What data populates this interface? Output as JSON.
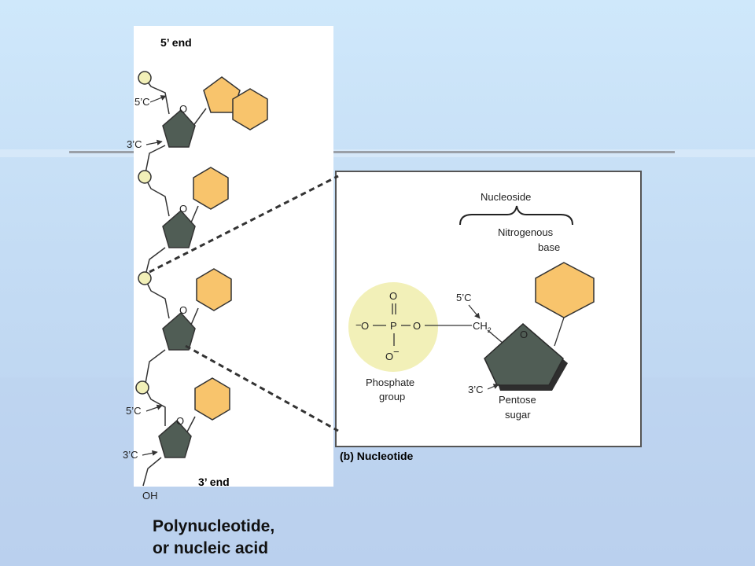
{
  "colors": {
    "phosphate": "#f2f0b8",
    "sugar": "#505d55",
    "base": "#f8c46c",
    "outline": "#333333",
    "dashed_line": "#333333"
  },
  "polynucleotide": {
    "five_prime_end": "5’ end",
    "three_prime_end": "3’ end",
    "hydroxyl": "OH",
    "ring_oxygen": "O",
    "carbon_5": "5’C",
    "carbon_3": "3’C"
  },
  "nucleotide": {
    "panel_label": "(b) Nucleotide",
    "nucleoside": "Nucleoside",
    "nitrogenous_base_line1": "Nitrogenous",
    "nitrogenous_base_line2": "base",
    "phosphate_group_line1": "Phosphate",
    "phosphate_group_line2": "group",
    "pentose_sugar_line1": "Pentose",
    "pentose_sugar_line2": "sugar",
    "carbon_5": "5’C",
    "carbon_3": "3’C",
    "ch2": "CH",
    "ch2_subscript": "2",
    "ring_oxygen": "O",
    "phosphate": {
      "top_oxygen": "O",
      "phosphorus": "P",
      "left_oxygen": "O",
      "left_charge": "−",
      "right_oxygen": "O",
      "bottom_oxygen": "O",
      "bottom_charge": "−",
      "dash": "—"
    }
  },
  "caption": {
    "line1": "Polynucleotide,",
    "line2": "or nucleic acid"
  }
}
